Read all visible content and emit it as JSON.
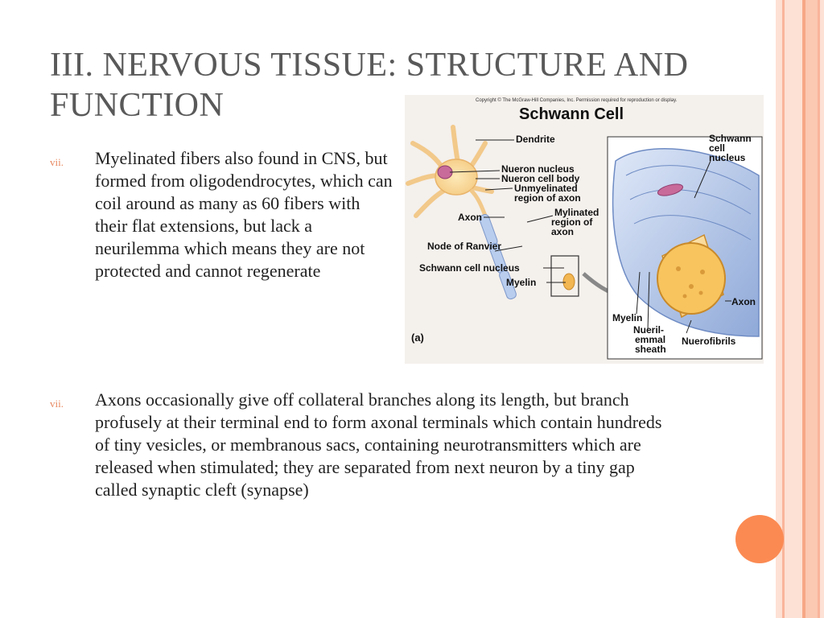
{
  "slide": {
    "title": "III. NERVOUS TISSUE: STRUCTURE AND FUNCTION",
    "bullets": [
      {
        "marker": "vii.",
        "text": "Myelinated fibers also found in CNS, but formed from oligodendrocytes, which can coil around as many as 60 fibers with their flat extensions, but lack a neurilemma which means they are not protected and cannot regenerate"
      },
      {
        "marker": "vii.",
        "text": "Axons occasionally give off collateral branches along its length, but branch profusely at their terminal end to form axonal terminals which contain hundreds of tiny vesicles, or membranous sacs, containing neurotransmitters which are released when stimulated; they are separated from next neuron by a tiny gap called synaptic cleft (synapse)"
      }
    ]
  },
  "figure": {
    "copyright": "Copyright © The McGraw-Hill Companies, Inc. Permission required for reproduction or display.",
    "title": "Schwann Cell",
    "panel_label": "(a)",
    "labels": {
      "dendrite": "Dendrite",
      "neuron_nucleus": "Nueron nucleus",
      "neuron_cell_body": "Nueron cell body",
      "unmyelinated_1": "Unmyelinated",
      "unmyelinated_2": "region of axon",
      "axon_left": "Axon",
      "mylinated_1": "Mylinated",
      "mylinated_2": "region of",
      "mylinated_3": "axon",
      "node_of_ranvier": "Node of Ranvier",
      "schwann_cell_nucleus_left": "Schwann cell nucleus",
      "myelin_left": "Myelin",
      "schwann_1": "Schwann",
      "schwann_2": "cell",
      "schwann_3": "nucleus",
      "axon_right": "Axon",
      "myelin_right": "Myelin",
      "neurilemma_1": "Nueril-",
      "neurilemma_2": "emmal",
      "neurilemma_3": "sheath",
      "neurofibrils": "Nuerofibrils"
    }
  },
  "colors": {
    "title": "#595959",
    "marker": "#e8875f",
    "accent_dot": "#fb8a52",
    "border_stripes": [
      "#fde1d4",
      "#f9b59a",
      "#fbc8b2",
      "#f6a786"
    ]
  }
}
